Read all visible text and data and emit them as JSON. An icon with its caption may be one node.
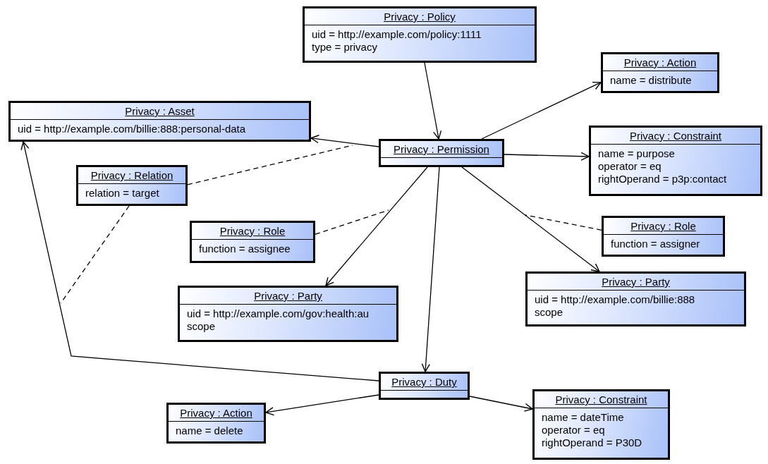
{
  "diagram": {
    "nodes": [
      {
        "text": [
          "Privacy : Policy",
          "uid = http://example.com/policy:1111",
          "type = privacy"
        ]
      },
      {
        "text": [
          "Privacy : Action",
          "name = distribute"
        ]
      },
      {
        "text": [
          "Privacy : Asset",
          "uid = http://example.com/billie:888:personal-data"
        ]
      },
      {
        "text": [
          "Privacy : Permission"
        ]
      },
      {
        "text": [
          "Privacy : Constraint",
          "name = purpose",
          "operator = eq",
          "rightOperand = p3p:contact"
        ]
      },
      {
        "text": [
          "Privacy : Relation",
          "relation = target"
        ]
      },
      {
        "text": [
          "Privacy : Role",
          "function = assignee"
        ]
      },
      {
        "text": [
          "Privacy : Role",
          "function = assigner"
        ]
      },
      {
        "text": [
          "Privacy : Party",
          "uid = http://example.com/gov:health:au",
          "scope"
        ]
      },
      {
        "text": [
          "Privacy : Party",
          "uid = http://example.com/billie:888",
          "scope"
        ]
      },
      {
        "text": [
          "Privacy : Duty"
        ]
      },
      {
        "text": [
          "Privacy : Action",
          "name = delete"
        ]
      },
      {
        "text": [
          "Privacy : Constraint",
          "name = dateTime",
          "operator = eq",
          "rightOperand = P30D"
        ]
      }
    ],
    "edges": [
      {
        "from": 0,
        "to": 3,
        "arrow": "to"
      },
      {
        "from": 3,
        "to": 1,
        "arrow": "to"
      },
      {
        "from": 3,
        "to": 2,
        "arrow": "to"
      },
      {
        "from": 3,
        "to": 4,
        "arrow": "to"
      },
      {
        "from": 3,
        "to": 8,
        "arrow": "to"
      },
      {
        "from": 3,
        "to": 9,
        "arrow": "to"
      },
      {
        "from": 3,
        "to": 10,
        "arrow": "to"
      },
      {
        "from": 10,
        "to": 2,
        "arrow": "to"
      },
      {
        "from": 10,
        "to": 11,
        "arrow": "to"
      },
      {
        "from": 10,
        "to": 12,
        "arrow": "to"
      },
      {
        "from": 5,
        "to": null,
        "arrow": "none",
        "style": "dashed"
      },
      {
        "from": 5,
        "to": null,
        "arrow": "none",
        "style": "dashed"
      },
      {
        "from": 6,
        "to": null,
        "arrow": "none",
        "style": "dashed"
      },
      {
        "from": 7,
        "to": null,
        "arrow": "none",
        "style": "dashed"
      }
    ]
  }
}
